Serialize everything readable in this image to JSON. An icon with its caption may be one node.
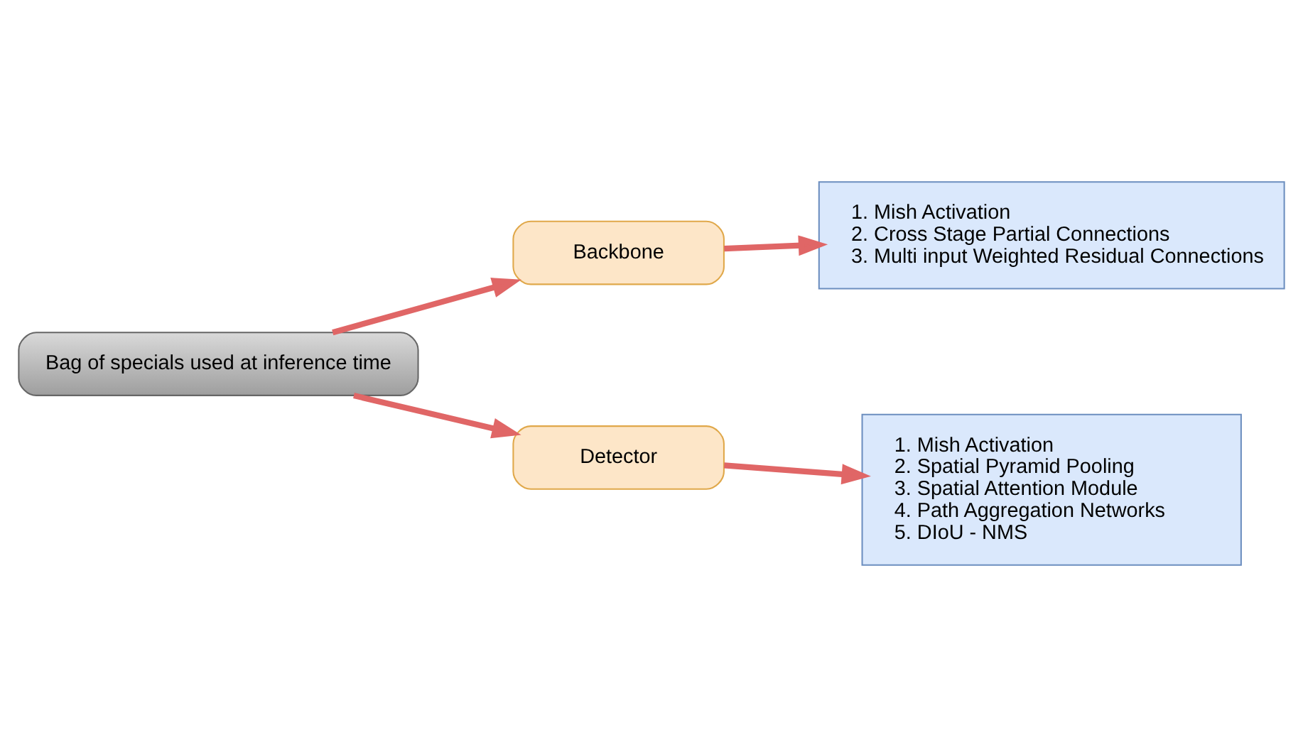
{
  "diagram": {
    "nodes": [
      {
        "text": [
          "Bag of specials used at inference time"
        ]
      },
      {
        "text": [
          "Backbone"
        ]
      },
      {
        "text": [
          "Detector"
        ]
      },
      {
        "text": [
          "1. Mish Activation",
          "2. Cross Stage Partial Connections",
          "3. Multi input Weighted Residual Connections"
        ]
      },
      {
        "text": [
          "1. Mish Activation",
          "2. Spatial Pyramid Pooling",
          "3. Spatial Attention Module",
          "4. Path Aggregation Networks",
          "5. DIoU - NMS"
        ]
      }
    ],
    "edges": [
      {
        "from": 0,
        "to": 1,
        "arrow": "to"
      },
      {
        "from": 0,
        "to": 2,
        "arrow": "to"
      },
      {
        "from": 1,
        "to": 3,
        "arrow": "to"
      },
      {
        "from": 2,
        "to": 4,
        "arrow": "to"
      }
    ]
  }
}
